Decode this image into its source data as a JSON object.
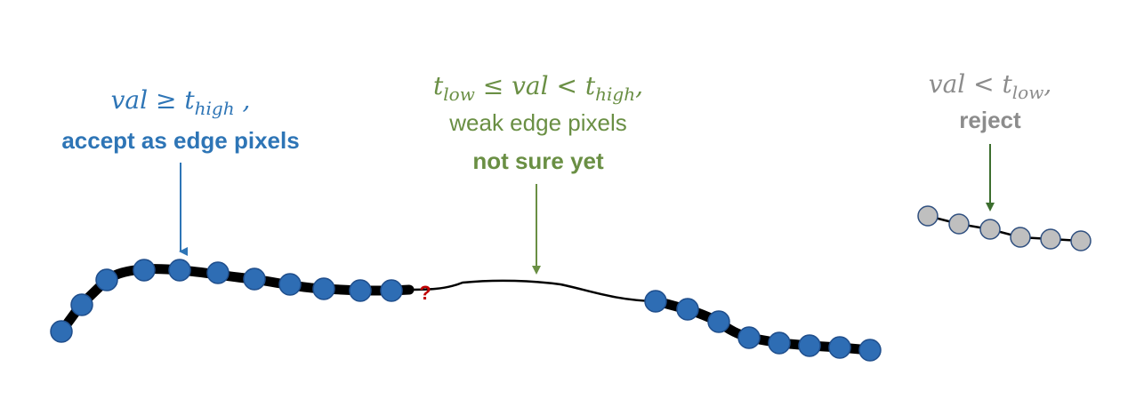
{
  "colors": {
    "strong": "#2e75b6",
    "weak": "#6a8f44",
    "reject": "#8c8c8c",
    "question": "#c00000",
    "curve": "#000000",
    "strong_node_fill": "#2e6db4",
    "strong_node_stroke": "#1f4e8c",
    "reject_node_fill": "#bfbfbf",
    "reject_node_stroke": "#2f4f7f",
    "weak_arrow": "#3c6e2e"
  },
  "strong": {
    "math_var": "val",
    "math_op": " ≥ ",
    "math_t": "t",
    "math_sub": "high",
    "math_tail": " ,",
    "line1": "accept as edge pixels"
  },
  "weak": {
    "math_t1": "t",
    "math_sub1": "low",
    "math_mid": " ≤ val < ",
    "math_t2": "t",
    "math_sub2": "high",
    "math_tail": ",",
    "line1": "weak edge pixels",
    "line2": "not sure yet"
  },
  "reject": {
    "math_var": "val",
    "math_op": " < ",
    "math_t": "t",
    "math_sub": "low",
    "math_tail": ",",
    "line1": "reject"
  },
  "question_mark": "?"
}
